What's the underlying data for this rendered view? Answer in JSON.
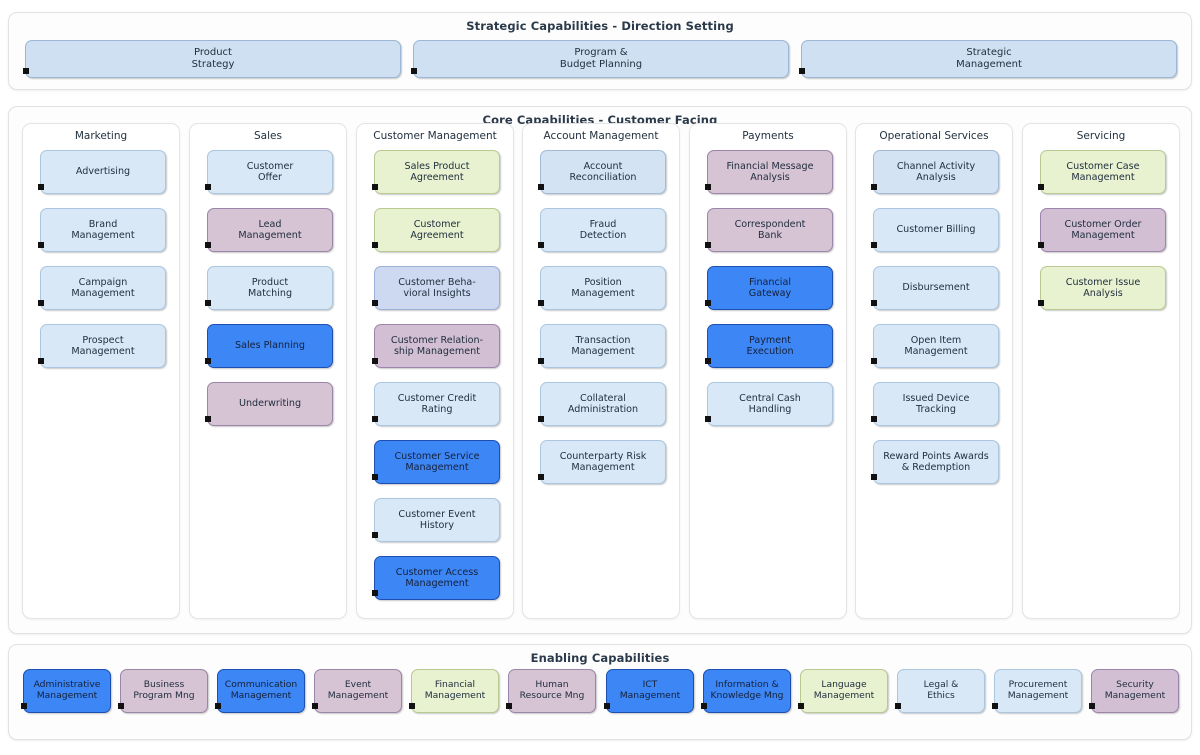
{
  "bands": [
    {
      "id": "strategic",
      "title": "Strategic Capabilities - Direction Setting"
    },
    {
      "id": "core",
      "title": "Core Capabilities - Customer Facing"
    },
    {
      "id": "enabling",
      "title": "Enabling Capabilities"
    }
  ],
  "strategic": {
    "title": "Strategic Capabilities - Direction Setting",
    "cards": [
      {
        "label": "Product\nStrategy",
        "color": "c-blue"
      },
      {
        "label": "Program &\nBudget Planning",
        "color": "c-blue"
      },
      {
        "label": "Strategic\nManagement",
        "color": "c-blue"
      }
    ]
  },
  "core": {
    "title": "Core Capabilities - Customer Facing",
    "columns": [
      {
        "title": "Marketing",
        "cards": [
          {
            "label": "Advertising",
            "color": "c-blue-pale"
          },
          {
            "label": "Brand\nManagement",
            "color": "c-blue-pale"
          },
          {
            "label": "Campaign\nManagement",
            "color": "c-blue-pale"
          },
          {
            "label": "Prospect\nManagement",
            "color": "c-blue-pale"
          }
        ]
      },
      {
        "title": "Sales",
        "cards": [
          {
            "label": "Customer\nOffer",
            "color": "c-blue-pale"
          },
          {
            "label": "Lead\nManagement",
            "color": "c-purple"
          },
          {
            "label": "Product\nMatching",
            "color": "c-blue-pale"
          },
          {
            "label": "Sales Planning",
            "color": "c-bright"
          },
          {
            "label": "Underwriting",
            "color": "c-purple"
          }
        ]
      },
      {
        "title": "Customer Management",
        "cards": [
          {
            "label": "Sales Product\nAgreement",
            "color": "c-green"
          },
          {
            "label": "Customer\nAgreement",
            "color": "c-green"
          },
          {
            "label": "Customer Beha-\nvioral Insights",
            "color": "c-blue-lav"
          },
          {
            "label": "Customer Relation-\nship Management",
            "color": "c-purple-2"
          },
          {
            "label": "Customer Credit\nRating",
            "color": "c-blue-pale"
          },
          {
            "label": "Customer Service\nManagement",
            "color": "c-bright"
          },
          {
            "label": "Customer Event\nHistory",
            "color": "c-blue-pale"
          },
          {
            "label": "Customer Access\nManagement",
            "color": "c-bright"
          }
        ]
      },
      {
        "title": "Account Management",
        "cards": [
          {
            "label": "Account\nReconciliation",
            "color": "c-blue-2"
          },
          {
            "label": "Fraud\nDetection",
            "color": "c-blue-pale"
          },
          {
            "label": "Position\nManagement",
            "color": "c-blue-pale"
          },
          {
            "label": "Transaction\nManagement",
            "color": "c-blue-pale"
          },
          {
            "label": "Collateral\nAdministration",
            "color": "c-blue-pale"
          },
          {
            "label": "Counterparty Risk\nManagement",
            "color": "c-blue-pale"
          }
        ]
      },
      {
        "title": "Payments",
        "cards": [
          {
            "label": "Financial Message\nAnalysis",
            "color": "c-purple"
          },
          {
            "label": "Correspondent\nBank",
            "color": "c-purple"
          },
          {
            "label": "Financial\nGateway",
            "color": "c-bright"
          },
          {
            "label": "Payment\nExecution",
            "color": "c-bright"
          },
          {
            "label": "Central Cash\nHandling",
            "color": "c-blue-pale"
          }
        ]
      },
      {
        "title": "Operational Services",
        "cards": [
          {
            "label": "Channel Activity\nAnalysis",
            "color": "c-blue-2"
          },
          {
            "label": "Customer Billing",
            "color": "c-blue-pale"
          },
          {
            "label": "Disbursement",
            "color": "c-blue-pale"
          },
          {
            "label": "Open Item\nManagement",
            "color": "c-blue-pale"
          },
          {
            "label": "Issued Device\nTracking",
            "color": "c-blue-pale"
          },
          {
            "label": "Reward Points Awards\n& Redemption",
            "color": "c-blue-pale"
          }
        ]
      },
      {
        "title": "Servicing",
        "cards": [
          {
            "label": "Customer Case\nManagement",
            "color": "c-green"
          },
          {
            "label": "Customer Order\nManagement",
            "color": "c-purple-2"
          },
          {
            "label": "Customer Issue\nAnalysis",
            "color": "c-green"
          }
        ]
      }
    ]
  },
  "enabling": {
    "title": "Enabling Capabilities",
    "cards": [
      {
        "label": "Administrative\nManagement",
        "color": "c-bright"
      },
      {
        "label": "Business\nProgram Mng",
        "color": "c-purple"
      },
      {
        "label": "Communication\nManagement",
        "color": "c-bright"
      },
      {
        "label": "Event\nManagement",
        "color": "c-purple"
      },
      {
        "label": "Financial\nManagement",
        "color": "c-green"
      },
      {
        "label": "Human\nResource Mng",
        "color": "c-purple"
      },
      {
        "label": "ICT\nManagement",
        "color": "c-bright"
      },
      {
        "label": "Information &\nKnowledge Mng",
        "color": "c-bright"
      },
      {
        "label": "Language\nManagement",
        "color": "c-green"
      },
      {
        "label": "Legal &\nEthics",
        "color": "c-blue-pale"
      },
      {
        "label": "Procurement\nManagement",
        "color": "c-blue-pale"
      },
      {
        "label": "Security\nManagement",
        "color": "c-purple-2"
      }
    ]
  },
  "colors": {
    "band_background": "#fdfdfd",
    "card_blue": "#cfe0f2",
    "card_blue_pale": "#d9e8f7",
    "card_highlight_blue": "#3d86f5",
    "card_purple": "#d6c3d4",
    "card_green": "#e8f1d0",
    "title_text": "#2b3a4a"
  }
}
